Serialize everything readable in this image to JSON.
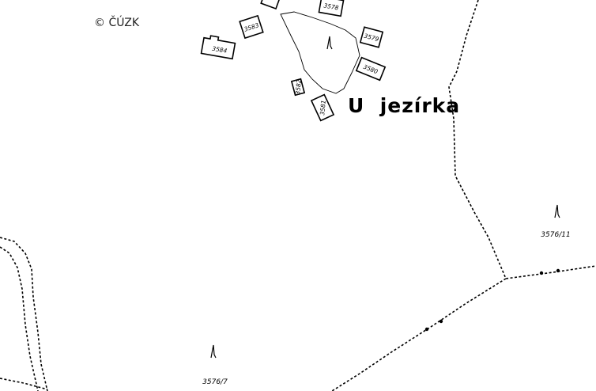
{
  "copyright": "© ČÚZK",
  "locality_name": "U  jezírka",
  "parcels": [
    {
      "id": "parcel-3576-11",
      "label": "3576/11"
    },
    {
      "id": "parcel-3576-7",
      "label": "3576/7"
    }
  ],
  "buildings": [
    {
      "id": "building-3578",
      "label": "3578"
    },
    {
      "id": "building-3583",
      "label": "3583"
    },
    {
      "id": "building-3584",
      "label": "3584"
    },
    {
      "id": "building-3579",
      "label": "3579"
    },
    {
      "id": "building-3580",
      "label": "3580"
    },
    {
      "id": "building-3582",
      "label": "3582"
    },
    {
      "id": "building-3581",
      "label": "3581"
    }
  ],
  "land_use_symbols": [
    "grassland-symbol",
    "grassland-symbol",
    "grassland-symbol"
  ]
}
